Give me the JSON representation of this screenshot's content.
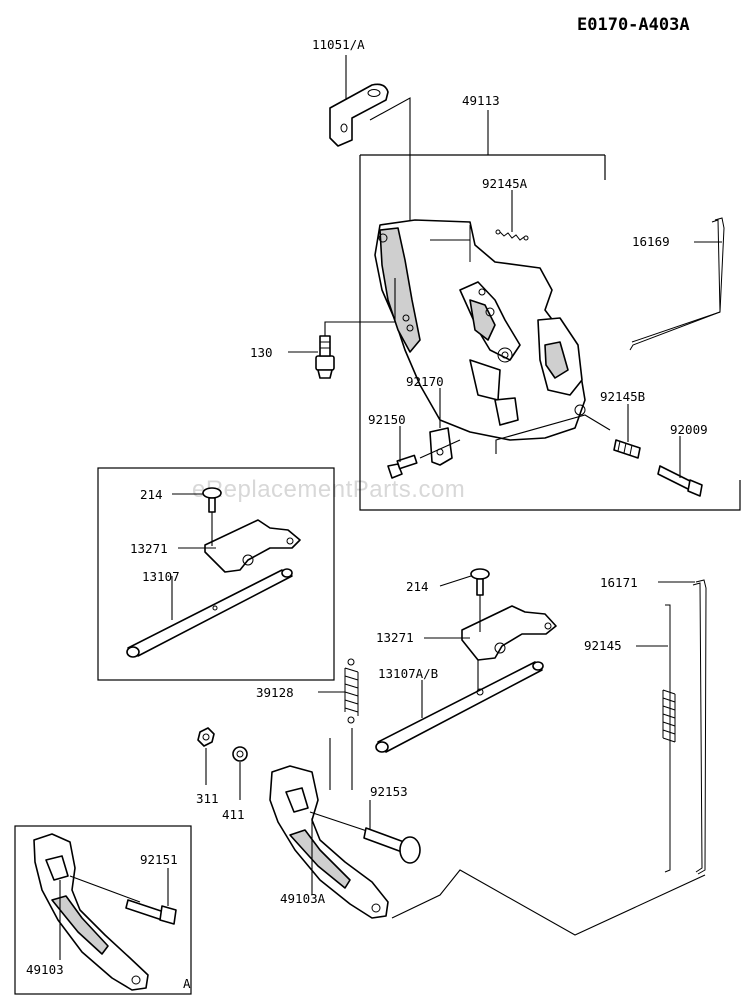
{
  "diagram_code": "E0170-A403A",
  "watermark": "eReplacementParts.com",
  "labels": {
    "p11051A": "11051/A",
    "p49113": "49113",
    "p92145A": "92145A",
    "p16169": "16169",
    "p130": "130",
    "p92170": "92170",
    "p92145B": "92145B",
    "p92150": "92150",
    "p92009": "92009",
    "p214_left": "214",
    "p13271_left": "13271",
    "p13107": "13107",
    "p214_right": "214",
    "p16171": "16171",
    "p13271_right": "13271",
    "p92145": "92145",
    "p13107AB": "13107A/B",
    "p39128": "39128",
    "p311": "311",
    "p411": "411",
    "p92153": "92153",
    "p92151": "92151",
    "p49103A": "49103A",
    "p49103": "49103",
    "ref_A": "A"
  }
}
